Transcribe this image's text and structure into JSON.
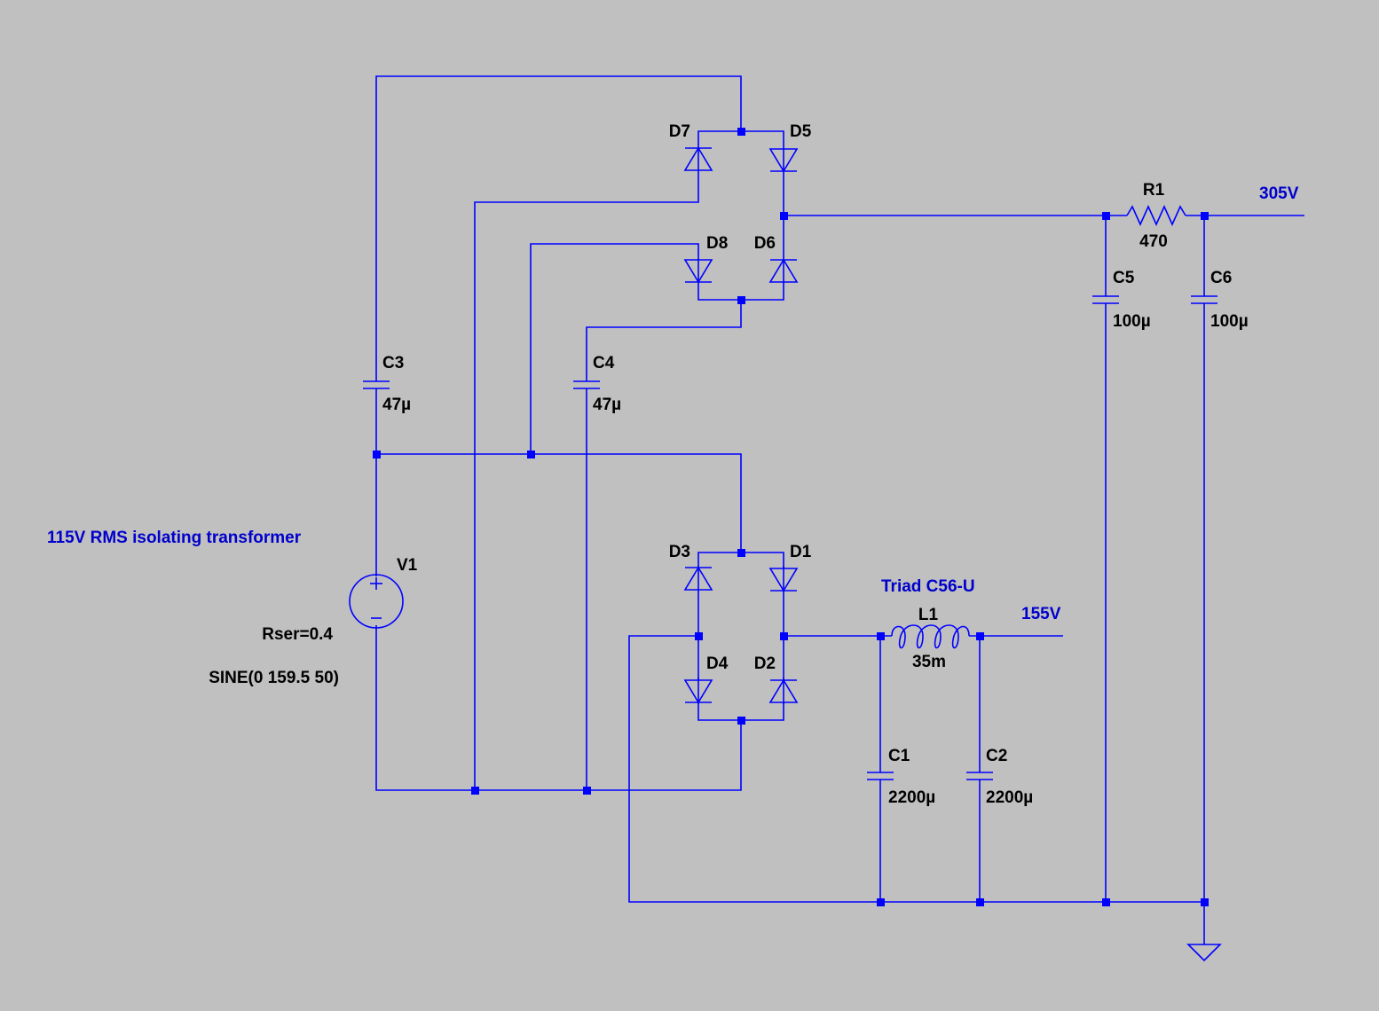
{
  "colors": {
    "background": "#c0c0c0",
    "wire": "#0000ff",
    "label": "#000000",
    "net_label": "#0000cc"
  },
  "comment": "115V RMS isolating transformer",
  "source": {
    "name": "V1",
    "series_resistance": "Rser=0.4",
    "waveform": "SINE(0 159.5 50)"
  },
  "diodes": {
    "d1": "D1",
    "d2": "D2",
    "d3": "D3",
    "d4": "D4",
    "d5": "D5",
    "d6": "D6",
    "d7": "D7",
    "d8": "D8"
  },
  "capacitors": {
    "c1": {
      "name": "C1",
      "value": "2200µ"
    },
    "c2": {
      "name": "C2",
      "value": "2200µ"
    },
    "c3": {
      "name": "C3",
      "value": "47µ"
    },
    "c4": {
      "name": "C4",
      "value": "47µ"
    },
    "c5": {
      "name": "C5",
      "value": "100µ"
    },
    "c6": {
      "name": "C6",
      "value": "100µ"
    }
  },
  "inductor": {
    "name": "L1",
    "value": "35m",
    "part": "Triad C56-U"
  },
  "resistor": {
    "name": "R1",
    "value": "470"
  },
  "net_labels": {
    "out_high": "305V",
    "out_low": "155V"
  },
  "icons": {
    "ground": "ground-icon",
    "voltage_source": "sine-source-icon"
  }
}
